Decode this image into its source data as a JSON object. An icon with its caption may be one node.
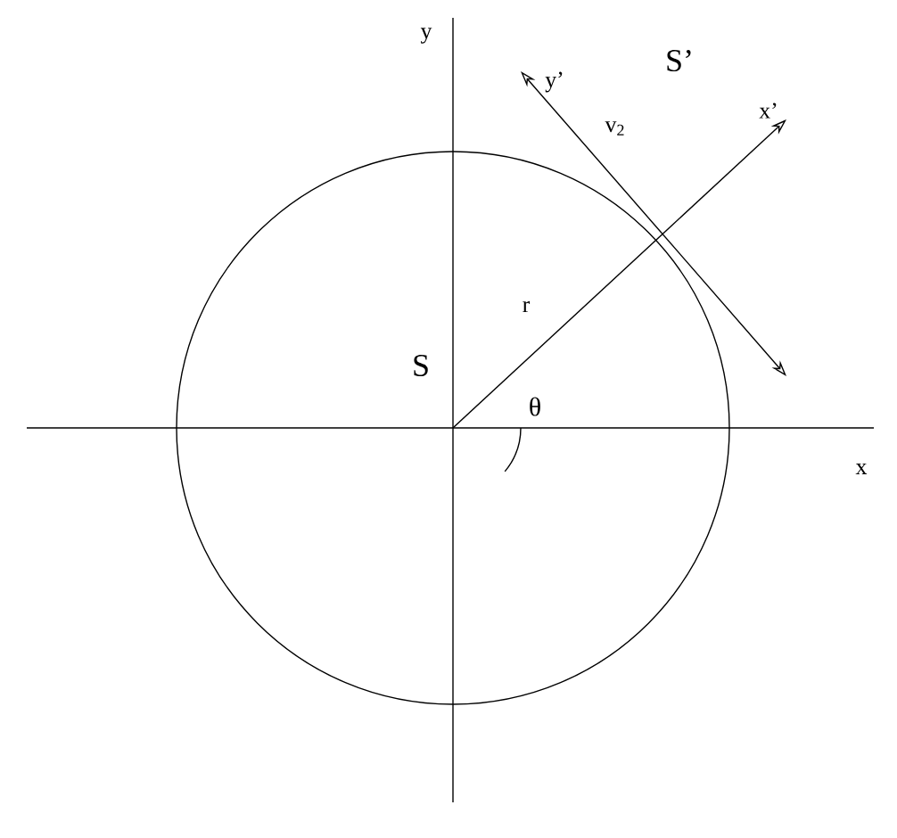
{
  "diagram": {
    "labels": [
      "y",
      "S’",
      "y’",
      "x’",
      "v$_{2}$",
      "r",
      "S",
      "θ",
      "x"
    ]
  }
}
